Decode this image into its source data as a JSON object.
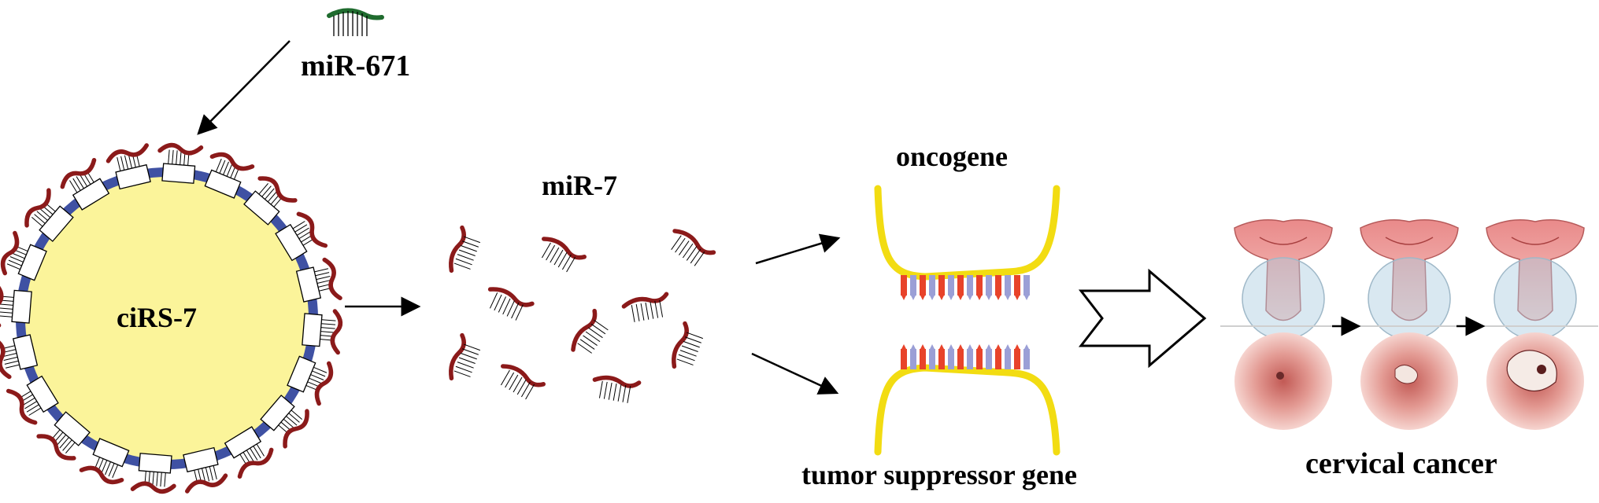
{
  "labels": {
    "mir671": "miR-671",
    "cirs7": "ciRS-7",
    "mir7": "miR-7",
    "oncogene": "oncogene",
    "tumor_suppressor": "tumor suppressor gene",
    "cervical_cancer": "cervical cancer"
  },
  "colors": {
    "mirna_strand": "#8b1a1a",
    "mir671_strand": "#1f6b2e",
    "circle_fill": "#fbf49a",
    "binding_site": "#3f51a3",
    "gene_backbone": "#f2dc12",
    "bar_red": "#e8432a",
    "bar_purple": "#9b9fd6",
    "cervix_pink": "#e8a0a0"
  }
}
